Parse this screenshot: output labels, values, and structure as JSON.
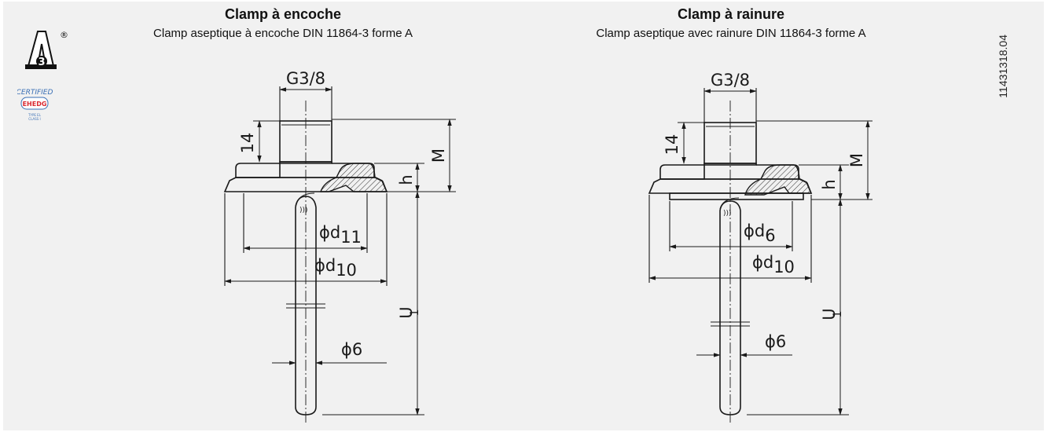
{
  "left": {
    "title": "Clamp à encoche",
    "subtitle": "Clamp aseptique à encoche DIN 11864-3 forme A",
    "dims": {
      "thread": "G3/8",
      "h14": "14",
      "M": "M",
      "h": "h",
      "d11_main": "ϕd",
      "d11_sub": "11",
      "d10_main": "ϕd",
      "d10_sub": "10",
      "U1_main": "U",
      "U1_sub": "1",
      "d6": "ϕ6"
    }
  },
  "right": {
    "title": "Clamp à rainure",
    "subtitle": "Clamp aseptique avec rainure DIN 11864-3 forme A",
    "dims": {
      "thread": "G3/8",
      "h14": "14",
      "M": "M",
      "h": "h",
      "d6_main": "ϕd",
      "d6_sub": "6",
      "d10_main": "ϕd",
      "d10_sub": "10",
      "U1_main": "U",
      "U1_sub": "1",
      "d6": "ϕ6"
    }
  },
  "doc_id": "11431318.04",
  "logos": {
    "a3": "3",
    "a3_reg": "®",
    "certified": "CERTIFIED",
    "ehedg": "EHEDG",
    "type": "TYPE EL",
    "class": "CLASS I"
  }
}
